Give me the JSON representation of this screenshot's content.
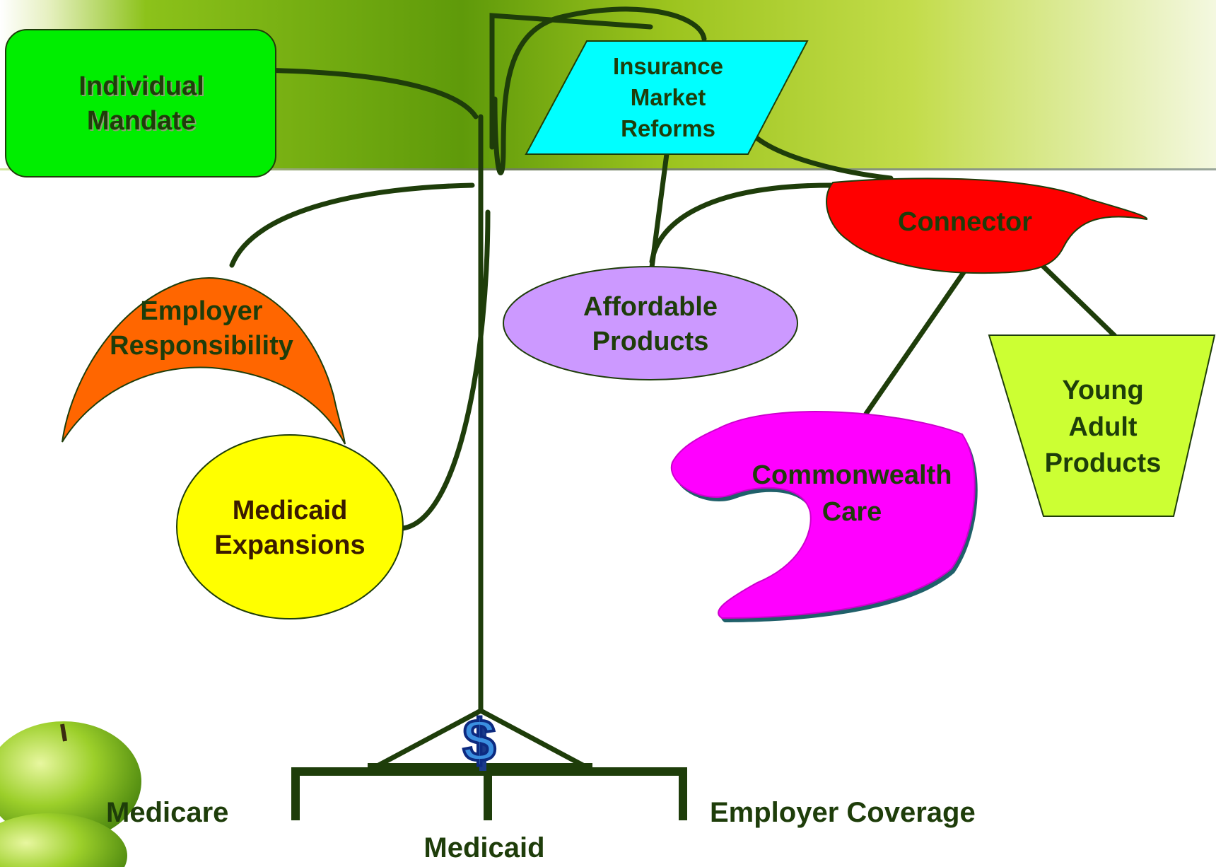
{
  "nodes": {
    "individual_mandate": {
      "label": "Individual\nMandate",
      "fill": "#00ee00"
    },
    "insurance_market_reforms": {
      "label": "Insurance\nMarket\nReforms",
      "fill": "#00ffff"
    },
    "connector": {
      "label": "Connector",
      "fill": "#ff0000"
    },
    "employer_responsibility": {
      "label": "Employer\nResponsibility",
      "fill": "#ff6600"
    },
    "affordable_products": {
      "label": "Affordable\nProducts",
      "fill": "#cc99ff"
    },
    "young_adult_products": {
      "label": "Young\nAdult\nProducts",
      "fill": "#ccff33"
    },
    "commonwealth_care": {
      "label": "Commonwealth\nCare",
      "fill": "#ff00ff"
    },
    "medicaid_expansions": {
      "label": "Medicaid\nExpansions",
      "fill": "#ffff00"
    }
  },
  "scale": {
    "symbol": "$",
    "left_label": "Medicare",
    "center_label": "Medicaid",
    "right_label": "Employer Coverage"
  },
  "colors": {
    "stroke": "#1e3d0a",
    "text": "#1e3d0a",
    "medicaid_expansions_text": "#3a1a00"
  }
}
